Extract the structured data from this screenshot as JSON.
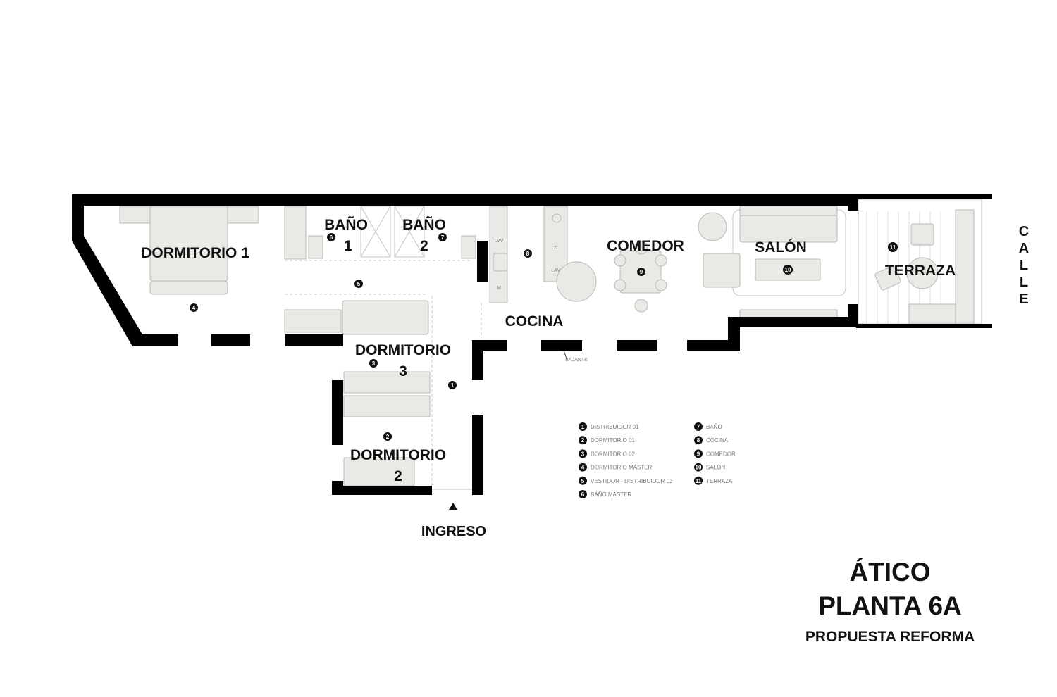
{
  "rooms": {
    "dormitorio1": "DORMITORIO 1",
    "bano1_a": "BAÑO",
    "bano1_b": "1",
    "bano2_a": "BAÑO",
    "bano2_b": "2",
    "dormitorio3_a": "DORMITORIO",
    "dormitorio3_b": "3",
    "dormitorio2_a": "DORMITORIO",
    "dormitorio2_b": "2",
    "cocina": "COCINA",
    "comedor": "COMEDOR",
    "salon": "SALÓN",
    "terraza": "TERRAZA"
  },
  "markers": [
    "1",
    "2",
    "3",
    "4",
    "5",
    "6",
    "7",
    "8",
    "9",
    "10",
    "11"
  ],
  "kitchen_labels": {
    "lvv": "LVV",
    "h": "H",
    "lav": "LAV",
    "m": "M"
  },
  "bajante": "BAJANTE",
  "ingreso": "INGRESO",
  "calle": [
    "C",
    "A",
    "L",
    "L",
    "E"
  ],
  "legend": [
    {
      "num": "1",
      "label": "DISTRIBUIDOR 01"
    },
    {
      "num": "2",
      "label": "DORMITORIO 01"
    },
    {
      "num": "3",
      "label": "DORMITORIO 02"
    },
    {
      "num": "4",
      "label": "DORMITORIO MÁSTER"
    },
    {
      "num": "5",
      "label": "VESTIDOR - DISTRIBUIDOR 02"
    },
    {
      "num": "6",
      "label": "BAÑO MÁSTER"
    },
    {
      "num": "7",
      "label": "BAÑO"
    },
    {
      "num": "8",
      "label": "COCINA"
    },
    {
      "num": "9",
      "label": "COMEDOR"
    },
    {
      "num": "10",
      "label": "SALÓN"
    },
    {
      "num": "11",
      "label": "TERRAZA"
    }
  ],
  "title": {
    "line1": "ÁTICO",
    "line2": "PLANTA 6A",
    "line3": "PROPUESTA REFORMA"
  }
}
